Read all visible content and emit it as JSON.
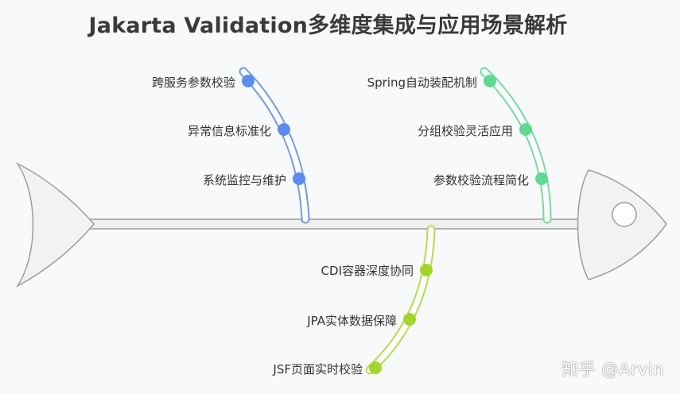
{
  "title": "Jakarta Validation多维度集成与应用场景解析",
  "branches": [
    {
      "id": "blue",
      "color": "#5b8def",
      "stroke": "#6f9be6",
      "labels": [
        "跨服务参数校验",
        "异常信息标准化",
        "系统监控与维护"
      ]
    },
    {
      "id": "green",
      "color": "#5ed98f",
      "stroke": "#74dba0",
      "labels": [
        "Spring自动装配机制",
        "分组校验灵活应用",
        "参数校验流程简化"
      ]
    },
    {
      "id": "lime",
      "color": "#a3d62a",
      "stroke": "#b5db4a",
      "labels": [
        "CDI容器深度协同",
        "JPA实体数据保障",
        "JSF页面实时校验"
      ]
    }
  ],
  "watermark": "知乎 @Arvin"
}
